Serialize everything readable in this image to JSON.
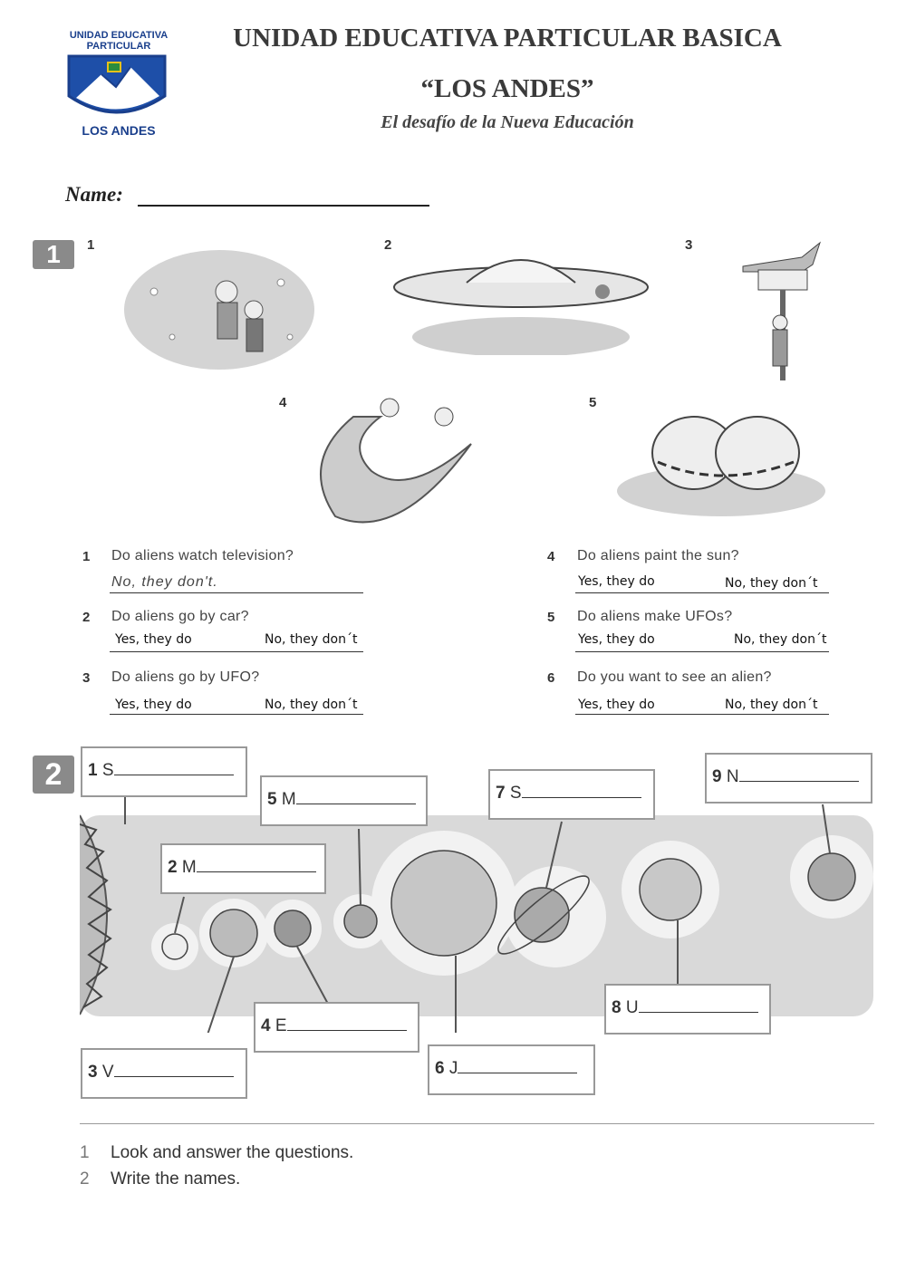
{
  "header": {
    "logo_top": "UNIDAD EDUCATIVA PARTICULAR",
    "logo_bottom": "LOS ANDES",
    "title": "UNIDAD EDUCATIVA PARTICULAR BASICA",
    "subtitle": "“LOS ANDES”",
    "motto": "El desafío de la Nueva Educación"
  },
  "name_label": "Name:",
  "section1": {
    "badge": "1",
    "picture_numbers": [
      "1",
      "2",
      "3",
      "4",
      "5"
    ],
    "questions": [
      {
        "num": "1",
        "text": "Do aliens watch television?",
        "example": "No, they don't."
      },
      {
        "num": "2",
        "text": "Do aliens go by car?",
        "yes": "Yes, they do",
        "no": "No, they don´t"
      },
      {
        "num": "3",
        "text": "Do aliens go by UFO?",
        "yes": "Yes, they do",
        "no": "No, they don´t"
      },
      {
        "num": "4",
        "text": "Do aliens paint the sun?",
        "yes": "Yes, they do",
        "no": "No, they don´t"
      },
      {
        "num": "5",
        "text": "Do aliens make UFOs?",
        "yes": "Yes, they do",
        "no": "No, they don´t"
      },
      {
        "num": "6",
        "text": "Do you want to see an alien?",
        "yes": "Yes, they do",
        "no": "No, they don´t"
      }
    ]
  },
  "section2": {
    "badge": "2",
    "labels": [
      {
        "num": "1",
        "letter": "S"
      },
      {
        "num": "2",
        "letter": "M"
      },
      {
        "num": "3",
        "letter": "V"
      },
      {
        "num": "4",
        "letter": "E"
      },
      {
        "num": "5",
        "letter": "M"
      },
      {
        "num": "6",
        "letter": "J"
      },
      {
        "num": "7",
        "letter": "S"
      },
      {
        "num": "8",
        "letter": "U"
      },
      {
        "num": "9",
        "letter": "N"
      }
    ]
  },
  "instructions": [
    {
      "num": "1",
      "text": "Look and answer the questions."
    },
    {
      "num": "2",
      "text": "Write the names."
    }
  ]
}
